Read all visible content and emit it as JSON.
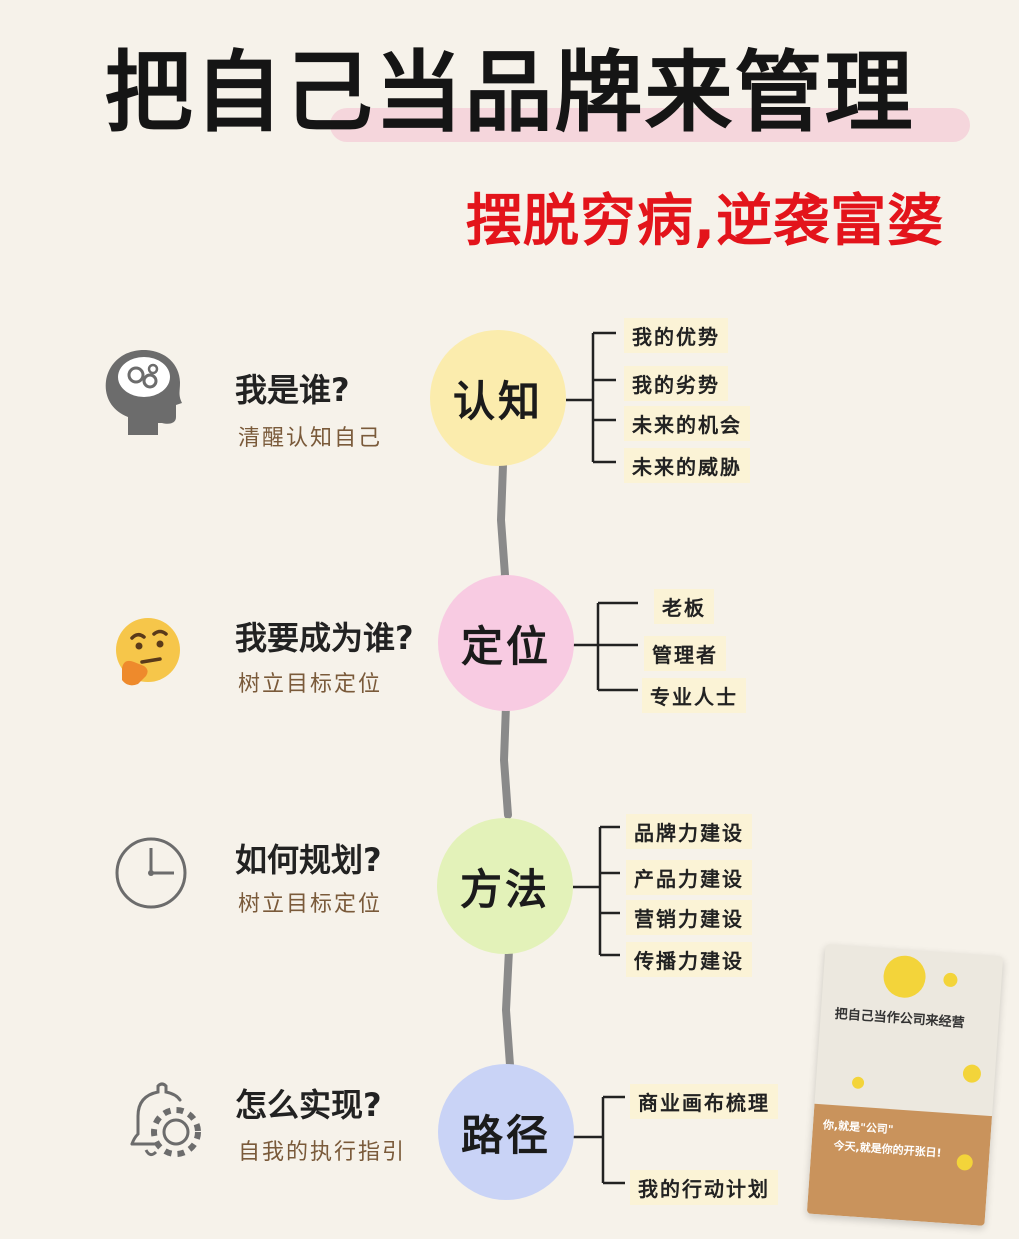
{
  "header": {
    "title": "把自己当品牌来管理",
    "subtitle": "摆脱穷病,逆袭富婆"
  },
  "colors": {
    "title": "#151515",
    "subtitle": "#e3141b",
    "highlight": "#f5d6dc",
    "circle_1": "#fbecad",
    "circle_2": "#f8cbe2",
    "circle_3": "#e3f2b9",
    "circle_4": "#c9d3f6",
    "spine": "#8a8a8a"
  },
  "rows": [
    {
      "icon": "brain-gears-icon",
      "question": "我是谁?",
      "hint": "清醒认知自己",
      "node": "认知",
      "leaves": [
        "我的优势",
        "我的劣势",
        "未来的机会",
        "未来的威胁"
      ]
    },
    {
      "icon": "thinking-face-icon",
      "question": "我要成为谁?",
      "hint": "树立目标定位",
      "node": "定位",
      "leaves": [
        "老板",
        "管理者",
        "专业人士"
      ]
    },
    {
      "icon": "clock-icon",
      "question": "如何规划?",
      "hint": "树立目标定位",
      "node": "方法",
      "leaves": [
        "品牌力建设",
        "产品力建设",
        "营销力建设",
        "传播力建设"
      ]
    },
    {
      "icon": "bell-gear-icon",
      "question": "怎么实现?",
      "hint": "自我的执行指引",
      "node": "路径",
      "leaves": [
        "商业画布梳理",
        "我的行动计划"
      ]
    }
  ],
  "book": {
    "title": "把自己当作公司来经营",
    "band_line_1": "你,就是\"公司\"",
    "band_line_2": "今天,就是你的开张日!"
  }
}
